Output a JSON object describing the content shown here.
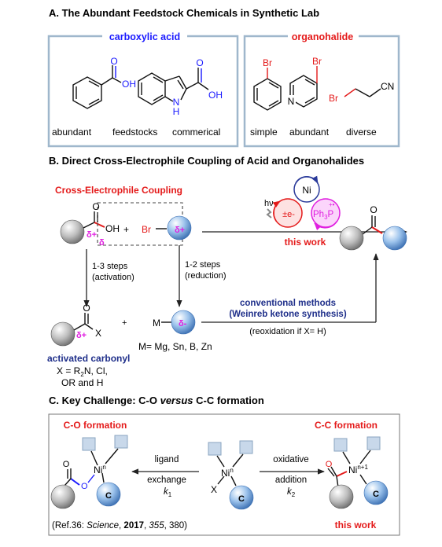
{
  "section_a": {
    "title": "A. The Abundant Feedstock Chemicals in Synthetic Lab",
    "left_box_label": "carboxylic acid",
    "right_box_label": "organohalide",
    "atoms": {
      "O": "O",
      "OH": "OH",
      "NH": "N",
      "H": "H",
      "Br": "Br",
      "N": "N",
      "CN": "CN"
    },
    "left_captions": [
      "abundant",
      "feedstocks",
      "commerical"
    ],
    "right_captions": [
      "simple",
      "abundant",
      "diverse"
    ]
  },
  "section_b": {
    "title": "B. Direct Cross-Electrophile Coupling of Acid and Organohalides",
    "cec_label": "Cross-Electrophile Coupling",
    "hv": "hν",
    "ni": "Ni",
    "electron": "±e-",
    "ph3p": "Ph",
    "ph3p_sub": "3",
    "ph3p_p": "P",
    "ph3p_charge": "+•",
    "this_work": "this work",
    "delta_plus": "δ+",
    "delta": "δ",
    "delta_minus": "δ-",
    "oh": "OH",
    "o": "O",
    "plus": "+",
    "br": "Br",
    "steps_left_1": "1-3 steps",
    "steps_left_2": "(activation)",
    "steps_right_1": "1-2 steps",
    "steps_right_2": "(reduction)",
    "x": "X",
    "m": "M",
    "conventional_1": "conventional methods",
    "conventional_2": "(Weinreb ketone synthesis)",
    "reoxidation": "(reoxidation if X= H)",
    "metals": "M= Mg, Sn, B, Zn",
    "activated": "activated carbonyl",
    "x_def_1": "X = R2N, Cl,",
    "x_def_2": "OR and H"
  },
  "section_c": {
    "title_pre": "C. Key Challenge: ",
    "title_bold": "C-O ",
    "title_italic": "versus",
    "title_post": " C-C formation",
    "co_formation": "C-O formation",
    "cc_formation": "C-C formation",
    "ni": "Ni",
    "n": "n",
    "n_plus_1": "n+1",
    "o": "O",
    "x": "X",
    "c": "C",
    "ligand_1": "ligand",
    "ligand_2": "exchange",
    "k1": "k",
    "k1_sub": "1",
    "oxidative_1": "oxidative",
    "oxidative_2": "addition",
    "k2": "k",
    "k2_sub": "2",
    "ref_pre": "(Ref.36: ",
    "ref_journal": "Science",
    "ref_year": "2017",
    "ref_vol": "355",
    "ref_post": ", 380)",
    "this_work": "this work"
  },
  "colors": {
    "blue_label": "#1a1aff",
    "red_label": "#e41a1a",
    "magenta": "#e020e0",
    "box_border": "#9fb7cc",
    "conventional": "#1f2f8a",
    "ni_circle": "#2a3a9a"
  }
}
